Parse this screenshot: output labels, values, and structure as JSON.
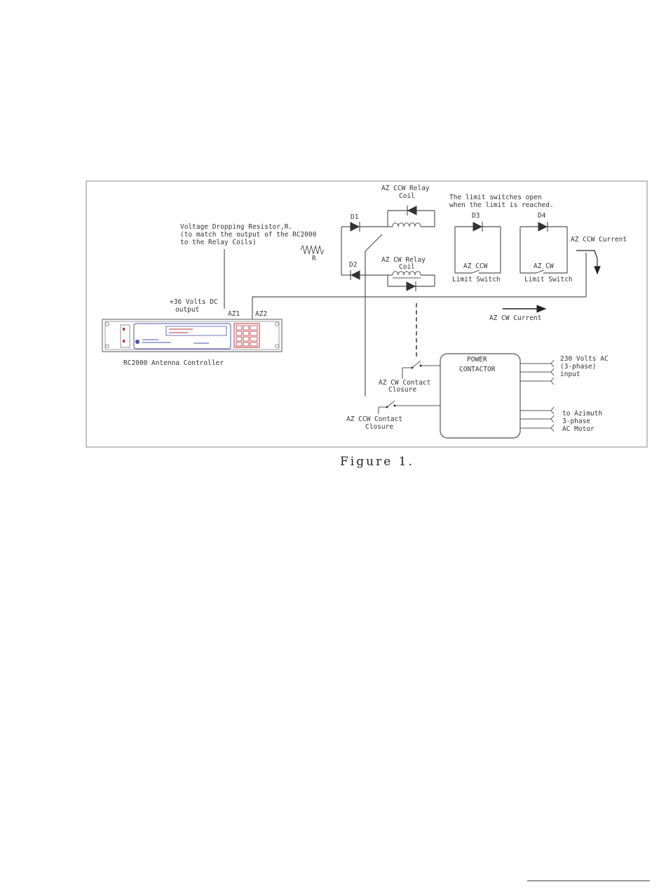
{
  "diagram": {
    "labels": {
      "az_ccw_relay_coil_1": "AZ CCW Relay",
      "az_ccw_relay_coil_2": "Coil",
      "limit_note_1": "The limit switches open",
      "limit_note_2": "when the limit is reached.",
      "d1": "D1",
      "d2": "D2",
      "d3": "D3",
      "d4": "D4",
      "resistor_1": "Voltage Dropping Resistor,R.",
      "resistor_2": "(to match the output of the RC2000",
      "resistor_3": "to the Relay Coils)",
      "r": "R",
      "az_cw_relay_coil_1": "AZ CW Relay",
      "az_cw_relay_coil_2": "Coil",
      "az_ccw_limit_1": "AZ CCW",
      "az_ccw_limit_2": "Limit Switch",
      "az_cw_limit_1": "AZ CW",
      "az_cw_limit_2": "Limit Switch",
      "az_ccw_current": "AZ CCW Current",
      "az_cw_current": "AZ CW Current",
      "volts_dc_1": "+36 Volts DC",
      "volts_dc_2": "output",
      "az1": "AZ1",
      "az2": "AZ2",
      "controller": "RC2000 Antenna Controller",
      "power_contactor_1": "POWER",
      "power_contactor_2": "CONTACTOR",
      "ac_input_1": "230 Volts AC",
      "ac_input_2": "(3-phase)",
      "ac_input_3": "input",
      "cw_closure_1": "AZ CW Contact",
      "cw_closure_2": "Closure",
      "ccw_closure_1": "AZ CCW Contact",
      "ccw_closure_2": "Closure",
      "motor_1": "to Azimuth",
      "motor_2": "3-phase",
      "motor_3": "AC Motor"
    },
    "caption": "Figure 1."
  },
  "colors": {
    "line": "#555555",
    "accent": "#b5303a",
    "panel_blue": "#4a55a8"
  }
}
